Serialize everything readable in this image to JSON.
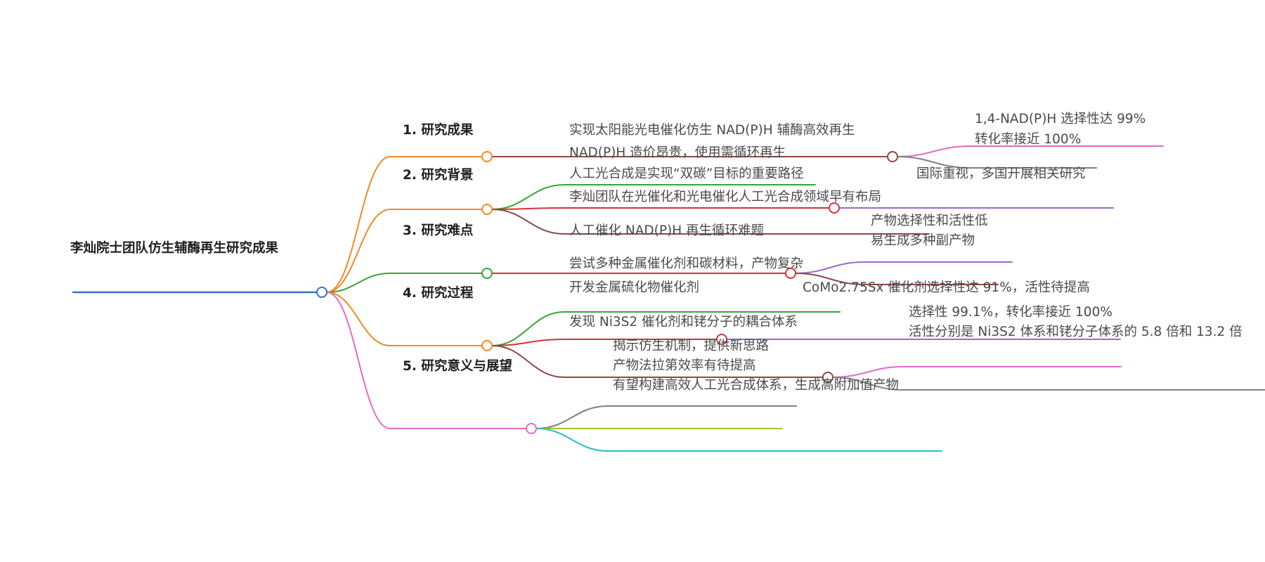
{
  "root": {
    "id": "root",
    "label": "李灿院士团队仿生辅酶再生研究成果",
    "color": "#2e75c7"
  },
  "branches": [
    {
      "id": "b1",
      "label": "1. 研究成果",
      "color": "#f08a24",
      "children": [
        {
          "id": "b1c1",
          "label": "实现太阳能光电催化仿生 NAD(P)H 辅酶高效再生",
          "color": "#8b4a46",
          "children": [
            {
              "id": "b1c1a",
              "label": "1,4-NAD(P)H 选择性达 99%",
              "color": "#e06cc6"
            },
            {
              "id": "b1c1b",
              "label": "转化率接近 100%",
              "color": "#808080"
            }
          ]
        }
      ]
    },
    {
      "id": "b2",
      "label": "2. 研究背景",
      "color": "#f08a24",
      "children": [
        {
          "id": "b2c1",
          "label": "NAD(P)H 造价昂贵，使用需循环再生",
          "color": "#33a633"
        },
        {
          "id": "b2c2",
          "label": "人工光合成是实现“双碳”目标的重要路径",
          "color": "#d63232",
          "children": [
            {
              "id": "b2c2a",
              "label": "国际重视，多国开展相关研究",
              "color": "#9a6cc6"
            }
          ]
        },
        {
          "id": "b2c3",
          "label": "李灿团队在光催化和光电催化人工光合成领域早有布局",
          "color": "#8b4a46"
        }
      ]
    },
    {
      "id": "b3",
      "label": "3. 研究难点",
      "color": "#33a633",
      "children": [
        {
          "id": "b3c1",
          "label": "人工催化 NAD(P)H 再生循环难题",
          "color": "#d63232",
          "children": [
            {
              "id": "b3c1a",
              "label": "产物选择性和活性低",
              "color": "#9a6cc6"
            },
            {
              "id": "b3c1b",
              "label": "易生成多种副产物",
              "color": "#8b4a46"
            }
          ]
        }
      ]
    },
    {
      "id": "b4",
      "label": "4. 研究过程",
      "color": "#f08a24",
      "children": [
        {
          "id": "b4c1",
          "label": "尝试多种金属催化剂和碳材料，产物复杂",
          "color": "#33a633"
        },
        {
          "id": "b4c2",
          "label": "开发金属硫化物催化剂",
          "color": "#d63232",
          "children": [
            {
              "id": "b4c2a",
              "label": "CoMo2.75Sx 催化剂选择性达 91%，活性待提高",
              "color": "#9a6cc6"
            }
          ]
        },
        {
          "id": "b4c3",
          "label": "发现 Ni3S2 催化剂和铑分子的耦合体系",
          "color": "#8b4a46",
          "children": [
            {
              "id": "b4c3a",
              "label": "选择性 99.1%，转化率接近 100%",
              "color": "#e06cc6"
            },
            {
              "id": "b4c3b",
              "label": "活性分别是 Ni3S2 体系和铑分子体系的 5.8 倍和 13.2 倍",
              "color": "#808080"
            }
          ]
        }
      ]
    },
    {
      "id": "b5",
      "label": "5. 研究意义与展望",
      "color": "#e06cc6",
      "children": [
        {
          "id": "b5c1",
          "label": "揭示仿生机制，提供新思路",
          "color": "#808080"
        },
        {
          "id": "b5c2",
          "label": "产物法拉第效率有待提高",
          "color": "#b5b82e"
        },
        {
          "id": "b5c3",
          "label": "有望构建高效人工光合成体系，生成高附加值产物",
          "color": "#2bbcd0"
        }
      ]
    }
  ]
}
